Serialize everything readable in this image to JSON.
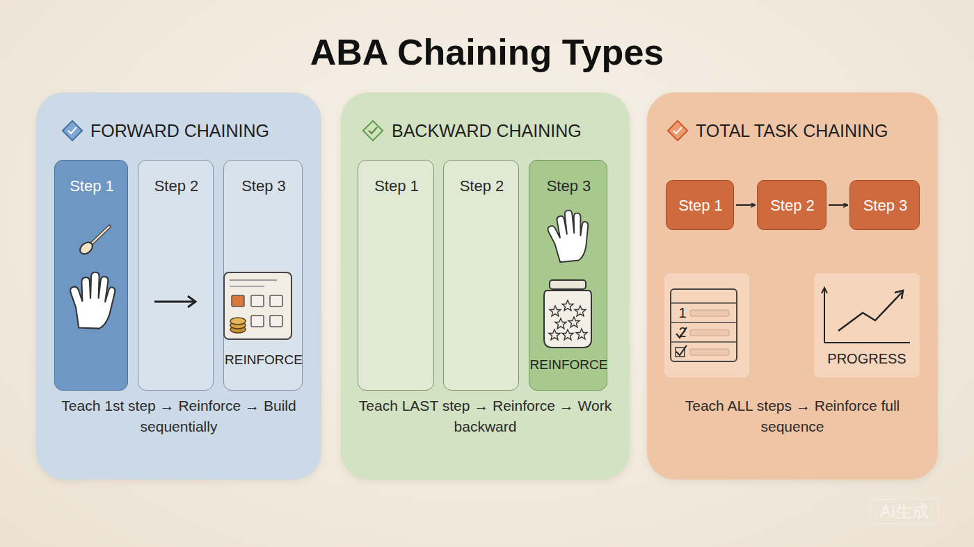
{
  "diagram": {
    "title": "ABA Chaining Types",
    "nodes": [
      {
        "text": [
          "FORWARD CHAINING",
          "Teach 1st step → Reinforce → Build sequentially"
        ]
      },
      {
        "text": [
          "Step 1"
        ],
        "in": 0
      },
      {
        "text": [
          "Step 2"
        ],
        "in": 0
      },
      {
        "text": [
          "Step 3",
          "REINFORCE"
        ],
        "in": 0
      },
      {
        "text": [
          "BACKWARD CHAINING",
          "Teach LAST step → Reinforce → Work backward"
        ]
      },
      {
        "text": [
          "Step 1"
        ],
        "in": 4
      },
      {
        "text": [
          "Step 2"
        ],
        "in": 4
      },
      {
        "text": [
          "Step 3",
          "REINFORCE"
        ],
        "in": 4
      },
      {
        "text": [
          "TOTAL TASK CHAINING",
          "Teach ALL steps → Reinforce full sequence"
        ]
      },
      {
        "text": [
          "Step 1"
        ],
        "in": 8
      },
      {
        "text": [
          "Step 2"
        ],
        "in": 8
      },
      {
        "text": [
          "Step 3"
        ],
        "in": 8
      },
      {
        "text": [
          "1",
          "2"
        ],
        "in": 8
      },
      {
        "text": [
          "PROGRESS"
        ],
        "in": 8
      }
    ],
    "edges": [
      {
        "from": 9,
        "to": 10,
        "arrow": "to"
      },
      {
        "from": 10,
        "to": 11,
        "arrow": "to"
      }
    ],
    "labels": [
      "AI生成"
    ]
  }
}
